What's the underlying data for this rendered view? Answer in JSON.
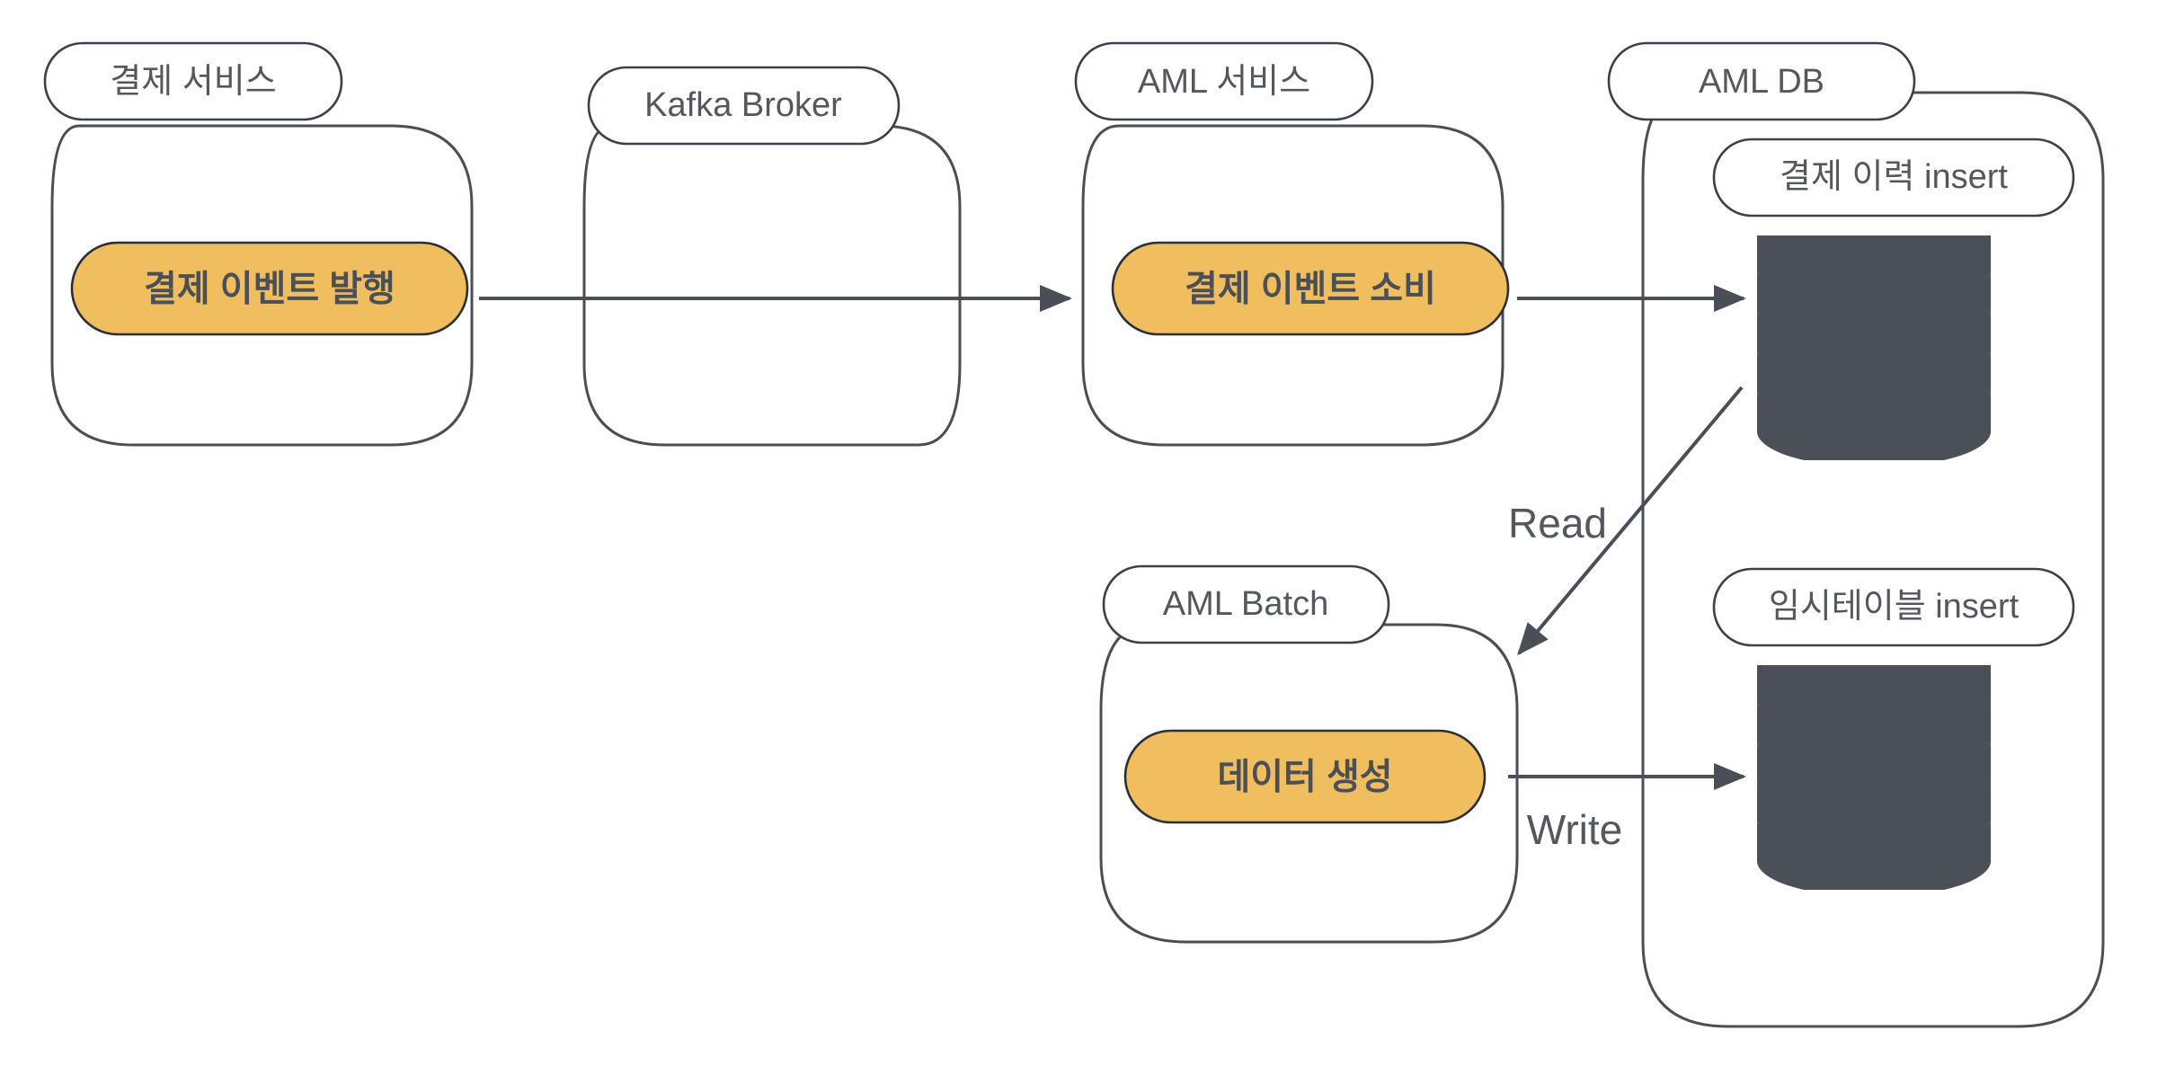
{
  "diagram": {
    "title": "AML payment event flow",
    "background_color": "#ffffff",
    "line_color": "#4a4f57",
    "accent_color": "#f0bd5f",
    "db_color": "#4b5058",
    "text_color": "#53585f"
  },
  "groups": [
    {
      "id": "payment-service",
      "label": "결제 서비스",
      "node": {
        "id": "publish-event",
        "label": "결제 이벤트 발행",
        "shape": "pill",
        "color": "#f0bd5f"
      }
    },
    {
      "id": "kafka-broker",
      "label": "Kafka Broker",
      "node": null
    },
    {
      "id": "aml-service",
      "label": "AML 서비스",
      "node": {
        "id": "consume-event",
        "label": "결제 이벤트 소비",
        "shape": "pill",
        "color": "#f0bd5f"
      }
    },
    {
      "id": "aml-batch",
      "label": "AML Batch",
      "node": {
        "id": "generate-data",
        "label": "데이터 생성",
        "shape": "pill",
        "color": "#f0bd5f"
      }
    },
    {
      "id": "aml-db",
      "label": "AML DB",
      "node": null
    }
  ],
  "databases": [
    {
      "id": "payment-history-db",
      "label": "결제 이력 insert",
      "shape": "cylinder",
      "discs": 6
    },
    {
      "id": "temp-table-db",
      "label": "임시테이블 insert",
      "shape": "cylinder",
      "discs": 6
    }
  ],
  "edges": [
    {
      "id": "edge-publish-to-consume",
      "label": "",
      "from": "payment-service",
      "to": "aml-service",
      "direction": "right"
    },
    {
      "id": "edge-consume-to-history",
      "label": "",
      "from": "aml-service",
      "to": "payment-history-db",
      "direction": "right"
    },
    {
      "id": "edge-read",
      "label": "Read",
      "from": "payment-history-db",
      "to": "aml-batch",
      "direction": "down-left"
    },
    {
      "id": "edge-write",
      "label": "Write",
      "from": "aml-batch",
      "to": "temp-table-db",
      "direction": "right"
    }
  ],
  "labels": {
    "payment_service": "결제 서비스",
    "kafka_broker": "Kafka Broker",
    "aml_service": "AML 서비스",
    "aml_batch": "AML Batch",
    "aml_db": "AML DB",
    "publish_event": "결제 이벤트 발행",
    "consume_event": "결제 이벤트 소비",
    "generate_data": "데이터 생성",
    "payment_history_insert": "결제 이력 insert",
    "temp_table_insert": "임시테이블 insert",
    "read": "Read",
    "write": "Write"
  }
}
